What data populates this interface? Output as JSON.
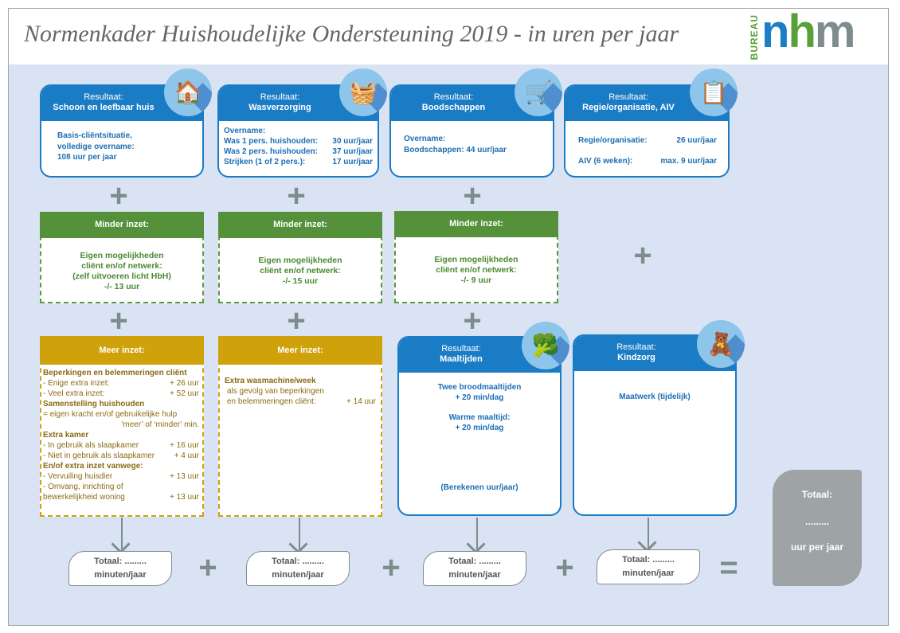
{
  "header": {
    "title": "Normenkader Huishoudelijke Ondersteuning 2019 - in uren per jaar",
    "logo_text": "BUREAU nhm"
  },
  "results": [
    {
      "label": "Resultaat:",
      "name": "Schoon en leefbaar huis",
      "icon": "clean-house-icon",
      "lines": [
        "Basis-cliëntsituatie,",
        "volledige overname:",
        "108 uur per jaar"
      ]
    },
    {
      "label": "Resultaat:",
      "name": "Wasverzorging",
      "icon": "washing-machine-icon",
      "heading": "Overname:",
      "rows": [
        [
          "Was 1 pers. huishouden:",
          "30 uur/jaar"
        ],
        [
          "Was 2 pers. huishouden:",
          "37 uur/jaar"
        ],
        [
          "Strijken (1 of 2 pers.):",
          "17 uur/jaar"
        ]
      ]
    },
    {
      "label": "Resultaat:",
      "name": "Boodschappen",
      "icon": "shopping-cart-icon",
      "heading": "Overname:",
      "line": "Boodschappen:  44 uur/jaar"
    },
    {
      "label": "Resultaat:",
      "name": "Regie/organisatie, AIV",
      "icon": "planner-icon",
      "rows": [
        [
          "Regie/organisatie:",
          "26 uur/jaar"
        ],
        [
          "AIV (6 weken):",
          "max. 9 uur/jaar"
        ]
      ]
    },
    {
      "label": "Resultaat:",
      "name": "Maaltijden",
      "icon": "broccoli-icon",
      "lines": [
        "Twee broodmaaltijden",
        "+ 20 min/dag",
        "Warme maaltijd:",
        "+ 20 min/dag",
        "(Berekenen uur/jaar)"
      ]
    },
    {
      "label": "Resultaat:",
      "name": "Kindzorg",
      "icon": "teddy-bear-icon",
      "lines": [
        "Maatwerk (tijdelijk)"
      ]
    }
  ],
  "minder": [
    {
      "title": "Minder inzet:",
      "lines": [
        "Eigen mogelijkheden",
        "cliënt en/of netwerk:",
        "(zelf uitvoeren licht HbH)",
        "-/- 13 uur"
      ]
    },
    {
      "title": "Minder inzet:",
      "lines": [
        "Eigen mogelijkheden",
        "cliënt en/of netwerk:",
        "-/- 15 uur"
      ]
    },
    {
      "title": "Minder inzet:",
      "lines": [
        "Eigen mogelijkheden",
        "cliënt en/of netwerk:",
        "-/- 9 uur"
      ]
    }
  ],
  "meer": [
    {
      "title": "Meer inzet:",
      "items": [
        {
          "h": "Beperkingen en belemmeringen cliënt"
        },
        {
          "t": "- Enige extra inzet:",
          "v": "+    26 uur"
        },
        {
          "t": "- Veel extra inzet:",
          "v": "+    52 uur"
        },
        {
          "h": "Samenstelling huishouden"
        },
        {
          "t": "= eigen kracht en/of gebruikelijke hulp"
        },
        {
          "r": "‘meer’ of ‘minder’ min."
        },
        {
          "h": "Extra kamer"
        },
        {
          "t": "- In gebruik als slaapkamer",
          "v": "+    16 uur"
        },
        {
          "t": "- Niet in gebruik als slaapkamer",
          "v": "+     4 uur"
        },
        {
          "h": "En/of extra inzet vanwege:"
        },
        {
          "t": "- Vervuiling huisdier",
          "v": "+    13 uur"
        },
        {
          "t": "- Omvang, inrichting of"
        },
        {
          "t": "  bewerkelijkheid woning",
          "v": "+    13 uur"
        }
      ]
    },
    {
      "title": "Meer inzet:",
      "heading": "Extra wasmachine/week",
      "lines": [
        "als gevolg van beperkingen",
        "en belemmeringen cliënt:"
      ],
      "value": "+    14 uur"
    }
  ],
  "totals": {
    "line1": "Totaal: .........",
    "line2": "minuten/jaar"
  },
  "grand": {
    "label": "Totaal:",
    "dots": ".........",
    "unit": "uur per jaar"
  },
  "symbols": {
    "plus": "+",
    "equals": "="
  },
  "colors": {
    "blue": "#1b7cc6",
    "green": "#55913a",
    "gold": "#cfa10b",
    "grey": "#9ea4a6",
    "background": "#dae3f3"
  }
}
